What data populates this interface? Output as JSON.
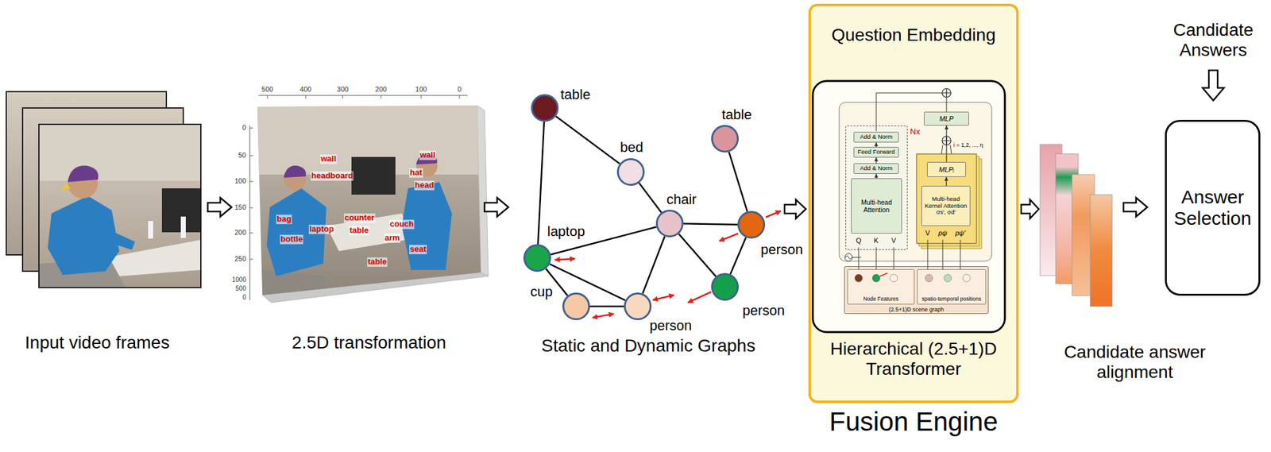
{
  "diagram": {
    "nodes": [
      {
        "text": [
          "table"
        ]
      },
      {
        "text": [
          "bed"
        ]
      },
      {
        "text": [
          "chair"
        ]
      },
      {
        "text": [
          "table"
        ]
      },
      {
        "text": [
          "person"
        ]
      },
      {
        "text": [
          "laptop"
        ]
      },
      {
        "text": [
          "cup"
        ]
      },
      {
        "text": [
          "person"
        ]
      },
      {
        "text": [
          "person"
        ]
      },
      {
        "text": [
          "Question Embedding",
          "Hierarchical (2.5+1)D Transformer",
          "Fusion Engine"
        ]
      },
      {
        "text": [
          "Nx"
        ],
        "in": 9
      },
      {
        "text": [
          "Add & Norm"
        ],
        "in": 10
      },
      {
        "text": [
          "Feed Forward"
        ],
        "in": 10
      },
      {
        "text": [
          "Add & Norm"
        ],
        "in": 10
      },
      {
        "text": [
          "Multi-head Attention"
        ],
        "in": 10
      },
      {
        "text": [
          "MLP"
        ],
        "in": 9
      },
      {
        "text": [
          "i = 1,2, ..., η"
        ],
        "in": 9
      },
      {
        "text": [
          "MLPᵢ"
        ],
        "in": 16
      },
      {
        "text": [
          "Multi-head Kernel Attention",
          "σsⁱ, σdⁱ"
        ],
        "in": 16
      },
      {
        "text": [
          "(2.5+1)D scene graph"
        ],
        "in": 9
      },
      {
        "text": [
          "Node Features"
        ],
        "in": 19
      },
      {
        "text": [
          "spatio-temporal positions"
        ],
        "in": 19
      },
      {
        "text": [
          "Answer Selection"
        ]
      }
    ],
    "edges": [
      {
        "from": 0,
        "to": 5,
        "arrow": "none"
      },
      {
        "from": 0,
        "to": 1,
        "arrow": "none"
      },
      {
        "from": 1,
        "to": 2,
        "arrow": "none"
      },
      {
        "from": 5,
        "to": 2,
        "arrow": "none"
      },
      {
        "from": 5,
        "to": 6,
        "arrow": "none"
      },
      {
        "from": 5,
        "to": 7,
        "arrow": "none"
      },
      {
        "from": 6,
        "to": 7,
        "arrow": "none"
      },
      {
        "from": 2,
        "to": 7,
        "arrow": "none"
      },
      {
        "from": 2,
        "to": 4,
        "arrow": "none"
      },
      {
        "from": 2,
        "to": 8,
        "arrow": "none"
      },
      {
        "from": 3,
        "to": 4,
        "arrow": "none"
      },
      {
        "from": 4,
        "to": 8,
        "arrow": "none"
      },
      {
        "from": 14,
        "to": 13,
        "arrow": "to"
      },
      {
        "from": 13,
        "to": 12,
        "arrow": "to"
      },
      {
        "from": 12,
        "to": 11,
        "arrow": "to"
      },
      {
        "from": 18,
        "to": 17,
        "arrow": "to"
      },
      {
        "from": 17,
        "to": 15,
        "arrow": "to"
      }
    ],
    "labels": [
      "Input video frames",
      "2.5D transformation",
      "Static and Dynamic Graphs",
      "Candidate answer alignment",
      "Candidate Answers",
      "Q",
      "K",
      "V",
      "V",
      "pψ",
      "pψ′",
      "500",
      "400",
      "300",
      "200",
      "100",
      "0",
      "0",
      "50",
      "100",
      "150",
      "200",
      "250",
      "1000",
      "500",
      "0",
      "wall",
      "headboard",
      "bag",
      "laptop",
      "bottle",
      "counter",
      "table",
      "couch",
      "arm",
      "wall",
      "hat",
      "head",
      "seat",
      "table"
    ]
  }
}
